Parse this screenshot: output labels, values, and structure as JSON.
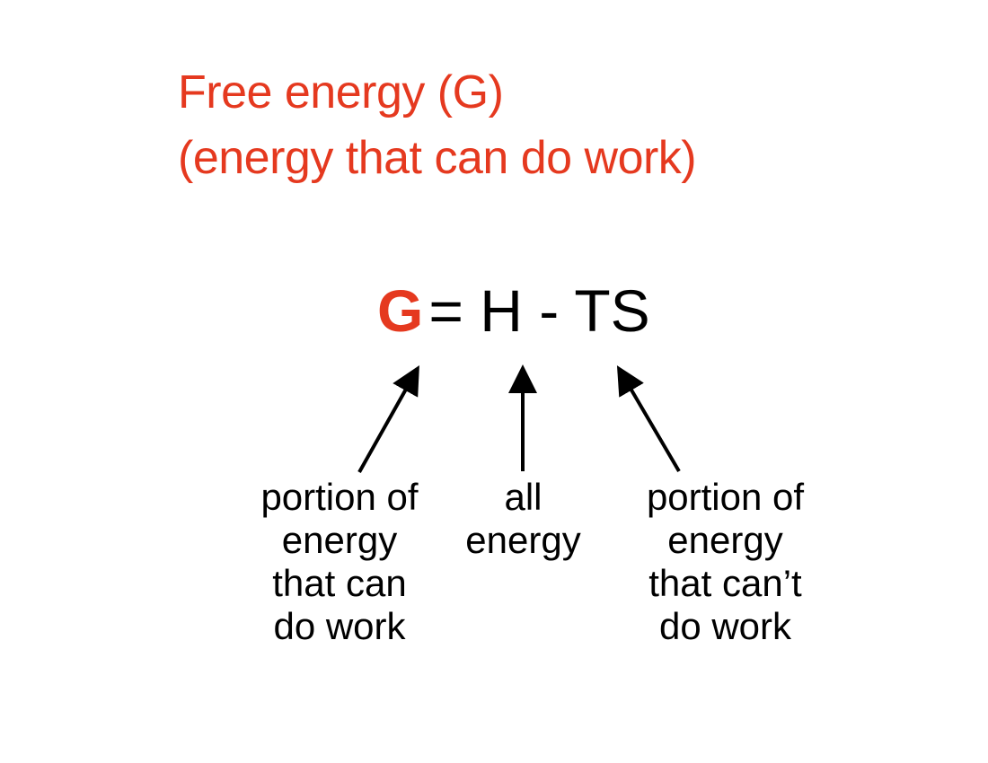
{
  "colors": {
    "accent": "#e5391f",
    "text": "#000000",
    "background": "#ffffff"
  },
  "title": {
    "line1": "Free energy (G)",
    "line2": "(energy that can do work)"
  },
  "equation": {
    "g": "G",
    "rest": "= H - TS"
  },
  "labels": {
    "left": [
      "portion of",
      "energy",
      "that can",
      "do work"
    ],
    "middle": [
      "all",
      "energy"
    ],
    "right": [
      "portion of",
      "energy",
      "that can’t",
      "do work"
    ]
  }
}
